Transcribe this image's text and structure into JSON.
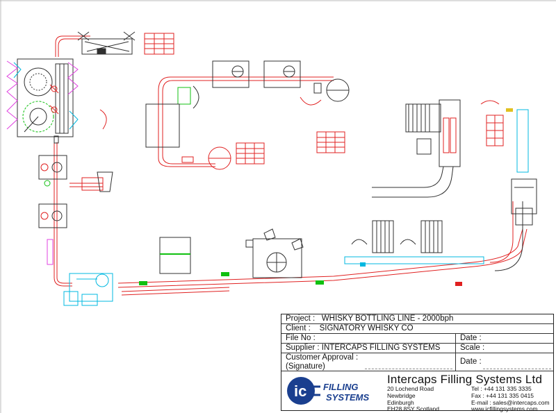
{
  "title_block": {
    "project_label": "Project :",
    "project_value": "WHISKY BOTTLING LINE - 2000bph",
    "client_label": "Client :",
    "client_value": "SIGNATORY WHISKY CO",
    "file_label": "File No :",
    "date_label": "Date :",
    "supplier_label": "Supplier :",
    "supplier_value": "INTERCAPS FILLING SYSTEMS",
    "scale_label": "Scale :",
    "approval_label": "Customer Approval :",
    "signature_label": "(Signature)",
    "date2_label": "Date :"
  },
  "company": {
    "name": "Intercaps Filling Systems Ltd",
    "logo_text_1": "FILLING",
    "logo_text_2": "SYSTEMS",
    "address": [
      "20 Lochend Road",
      "Newbridge",
      "Edinburgh",
      "EH28 8SY Scotland"
    ],
    "tel": "Tel : +44 131 335 3335",
    "fax": "Fax : +44 131 335 0415",
    "email": "E-mail : sales@intercaps.com",
    "web": "www.icfillingsystems.com"
  },
  "colors": {
    "conveyor": "#e02020",
    "machine": "#303030",
    "cyan": "#00b8e0",
    "magenta": "#e040e0",
    "green": "#10c010",
    "logo_blue": "#1a3f8f"
  }
}
